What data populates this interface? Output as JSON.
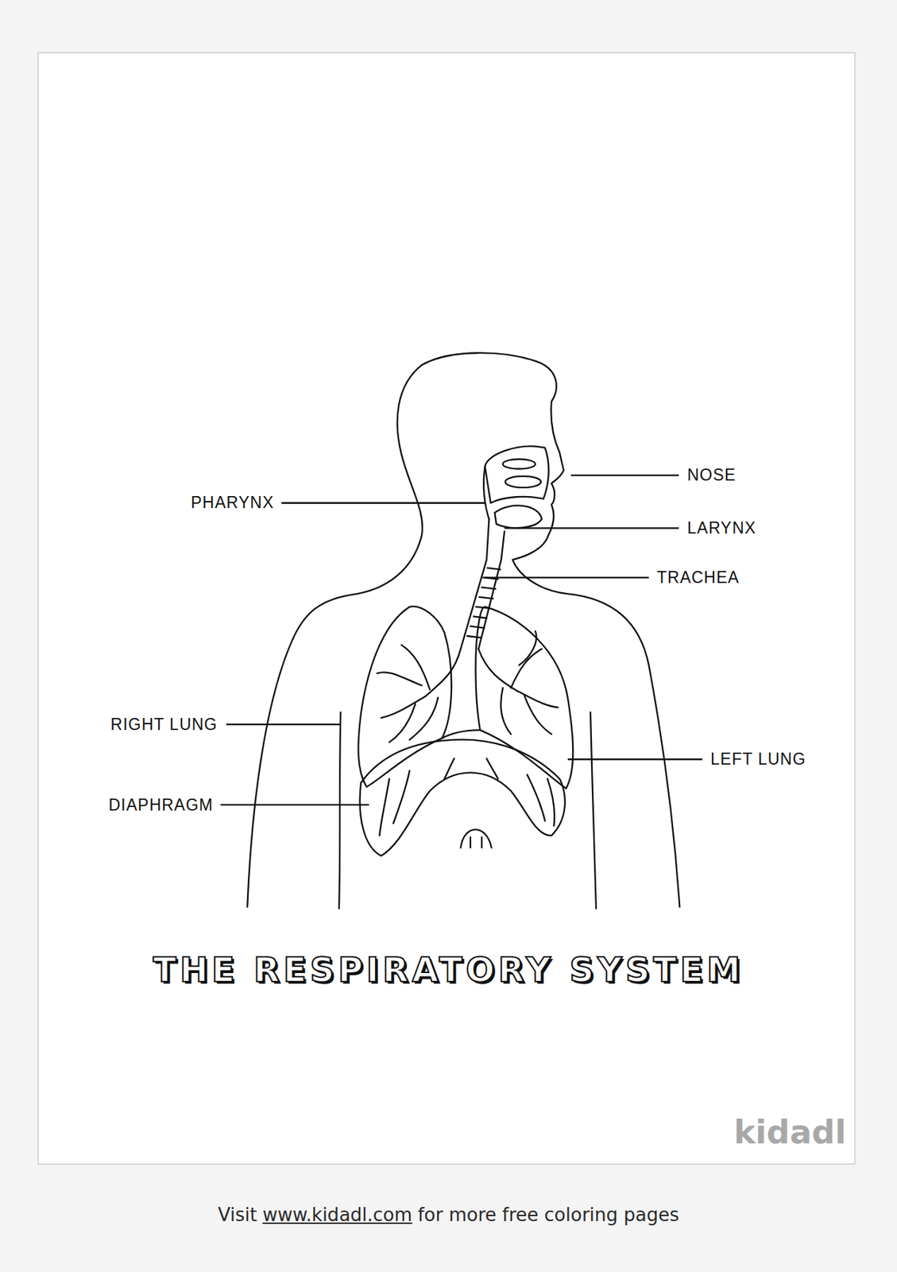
{
  "diagram": {
    "title": "THE RESPIRATORY SYSTEM",
    "labels": [
      "NOSE",
      "PHARYNX",
      "LARYNX",
      "TRACHEA",
      "RIGHT LUNG",
      "LEFT LUNG",
      "DIAPHRAGM",
      "kidadl",
      "Visit",
      "www.kidadl.com",
      "for more free coloring pages"
    ]
  }
}
